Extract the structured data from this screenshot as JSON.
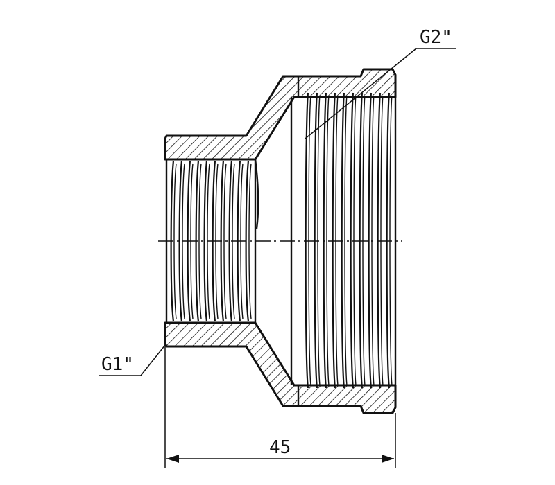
{
  "labels": {
    "large_thread": "G2\"",
    "small_thread": "G1\"",
    "length_dimension": "45"
  },
  "colors": {
    "line": "#111111",
    "background": "#ffffff"
  }
}
